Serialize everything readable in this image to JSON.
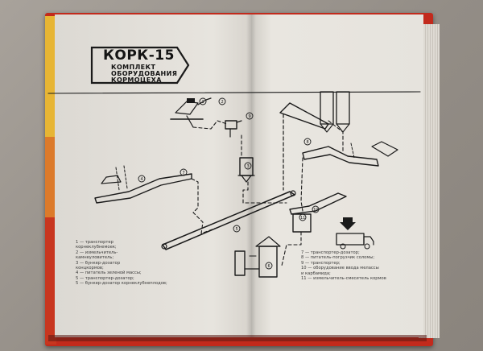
{
  "title": {
    "main": "КОРК-15",
    "line1": "КОМПЛЕКТ",
    "line2": "ОБОРУДОВАНИЯ",
    "line3": "КОРМОЦЕХА"
  },
  "callouts": [
    "1",
    "2",
    "3",
    "4",
    "5",
    "6",
    "7",
    "8",
    "9",
    "10",
    "11"
  ],
  "legend_left": [
    "1 — транспортер",
    "корнеклубнемоек;",
    "2 — измельчитель-",
    "камнеуловитель;",
    "3 — бункер-дозатор",
    "концкормов;",
    "4 — питатель зеленой массы;",
    "5 — транспортер-дозатор;",
    "5 — бункер-дозатор корнеклубнеплодов;"
  ],
  "legend_right": [
    "7 — транспортер-дозатор;",
    "8 — питатель-погрузчик соломы;",
    "9 — транспортер;",
    "10 — оборудование ввода мелассы",
    "и карбамида;",
    "11 — измельчитель-смеситель кормов"
  ],
  "colors": {
    "page": "#e6e3dd",
    "ink": "#1a1a1a",
    "cover_red": "#c22a1c",
    "cover_yellow": "#e7b534"
  }
}
